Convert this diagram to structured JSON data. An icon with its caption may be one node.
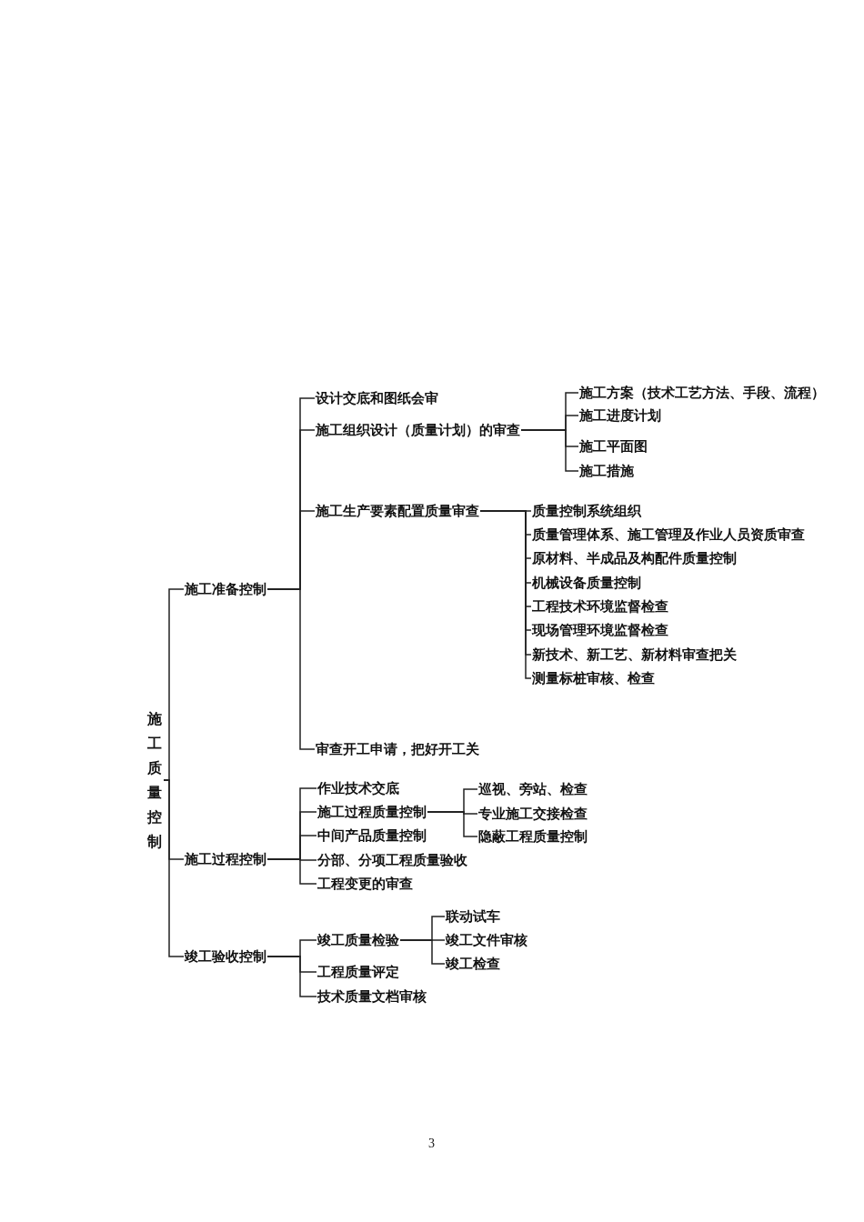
{
  "diagram": {
    "nodes": [
      {
        "text": [
          "施工质量控制"
        ]
      },
      {
        "text": [
          "施工准备控制"
        ]
      },
      {
        "text": [
          "设计交底和图纸会审"
        ]
      },
      {
        "text": [
          "施工组织设计（质量计划）的审查"
        ]
      },
      {
        "text": [
          "施工方案（技术工艺方法、手段、流程）"
        ]
      },
      {
        "text": [
          "施工进度计划"
        ]
      },
      {
        "text": [
          "施工平面图"
        ]
      },
      {
        "text": [
          "施工措施"
        ]
      },
      {
        "text": [
          "施工生产要素配置质量审查"
        ]
      },
      {
        "text": [
          "质量控制系统组织"
        ]
      },
      {
        "text": [
          "质量管理体系、施工管理及作业人员资质审查"
        ]
      },
      {
        "text": [
          "原材料、半成品及构配件质量控制"
        ]
      },
      {
        "text": [
          "机械设备质量控制"
        ]
      },
      {
        "text": [
          "工程技术环境监督检查"
        ]
      },
      {
        "text": [
          "现场管理环境监督检查"
        ]
      },
      {
        "text": [
          "新技术、新工艺、新材料审查把关"
        ]
      },
      {
        "text": [
          "测量标桩审核、检查"
        ]
      },
      {
        "text": [
          "审查开工申请，把好开工关"
        ]
      },
      {
        "text": [
          "施工过程控制"
        ]
      },
      {
        "text": [
          "作业技术交底"
        ]
      },
      {
        "text": [
          "施工过程质量控制"
        ]
      },
      {
        "text": [
          "巡视、旁站、检查"
        ]
      },
      {
        "text": [
          "专业施工交接检查"
        ]
      },
      {
        "text": [
          "隐蔽工程质量控制"
        ]
      },
      {
        "text": [
          "中间产品质量控制"
        ]
      },
      {
        "text": [
          "分部、分项工程质量验收"
        ]
      },
      {
        "text": [
          "工程变更的审查"
        ]
      },
      {
        "text": [
          "竣工验收控制"
        ]
      },
      {
        "text": [
          "竣工质量检验"
        ]
      },
      {
        "text": [
          "联动试车"
        ]
      },
      {
        "text": [
          "竣工文件审核"
        ]
      },
      {
        "text": [
          "竣工检查"
        ]
      },
      {
        "text": [
          "工程质量评定"
        ]
      },
      {
        "text": [
          "技术质量文档审核"
        ]
      }
    ],
    "edges": [
      {
        "from": 0,
        "to": 1,
        "arrow": "none"
      },
      {
        "from": 0,
        "to": 18,
        "arrow": "none"
      },
      {
        "from": 0,
        "to": 27,
        "arrow": "none"
      },
      {
        "from": 1,
        "to": 2,
        "arrow": "none"
      },
      {
        "from": 1,
        "to": 3,
        "arrow": "none"
      },
      {
        "from": 1,
        "to": 8,
        "arrow": "none"
      },
      {
        "from": 1,
        "to": 17,
        "arrow": "none"
      },
      {
        "from": 3,
        "to": 4,
        "arrow": "none"
      },
      {
        "from": 3,
        "to": 5,
        "arrow": "none"
      },
      {
        "from": 3,
        "to": 6,
        "arrow": "none"
      },
      {
        "from": 3,
        "to": 7,
        "arrow": "none"
      },
      {
        "from": 8,
        "to": 9,
        "arrow": "none"
      },
      {
        "from": 8,
        "to": 10,
        "arrow": "none"
      },
      {
        "from": 8,
        "to": 11,
        "arrow": "none"
      },
      {
        "from": 8,
        "to": 12,
        "arrow": "none"
      },
      {
        "from": 8,
        "to": 13,
        "arrow": "none"
      },
      {
        "from": 8,
        "to": 14,
        "arrow": "none"
      },
      {
        "from": 8,
        "to": 15,
        "arrow": "none"
      },
      {
        "from": 8,
        "to": 16,
        "arrow": "none"
      },
      {
        "from": 18,
        "to": 19,
        "arrow": "none"
      },
      {
        "from": 18,
        "to": 20,
        "arrow": "none"
      },
      {
        "from": 18,
        "to": 24,
        "arrow": "none"
      },
      {
        "from": 18,
        "to": 25,
        "arrow": "none"
      },
      {
        "from": 18,
        "to": 26,
        "arrow": "none"
      },
      {
        "from": 20,
        "to": 21,
        "arrow": "none"
      },
      {
        "from": 20,
        "to": 22,
        "arrow": "none"
      },
      {
        "from": 20,
        "to": 23,
        "arrow": "none"
      },
      {
        "from": 27,
        "to": 28,
        "arrow": "none"
      },
      {
        "from": 27,
        "to": 32,
        "arrow": "none"
      },
      {
        "from": 27,
        "to": 33,
        "arrow": "none"
      },
      {
        "from": 28,
        "to": 29,
        "arrow": "none"
      },
      {
        "from": 28,
        "to": 30,
        "arrow": "none"
      },
      {
        "from": 28,
        "to": 31,
        "arrow": "none"
      }
    ],
    "labels": [
      "3"
    ]
  }
}
